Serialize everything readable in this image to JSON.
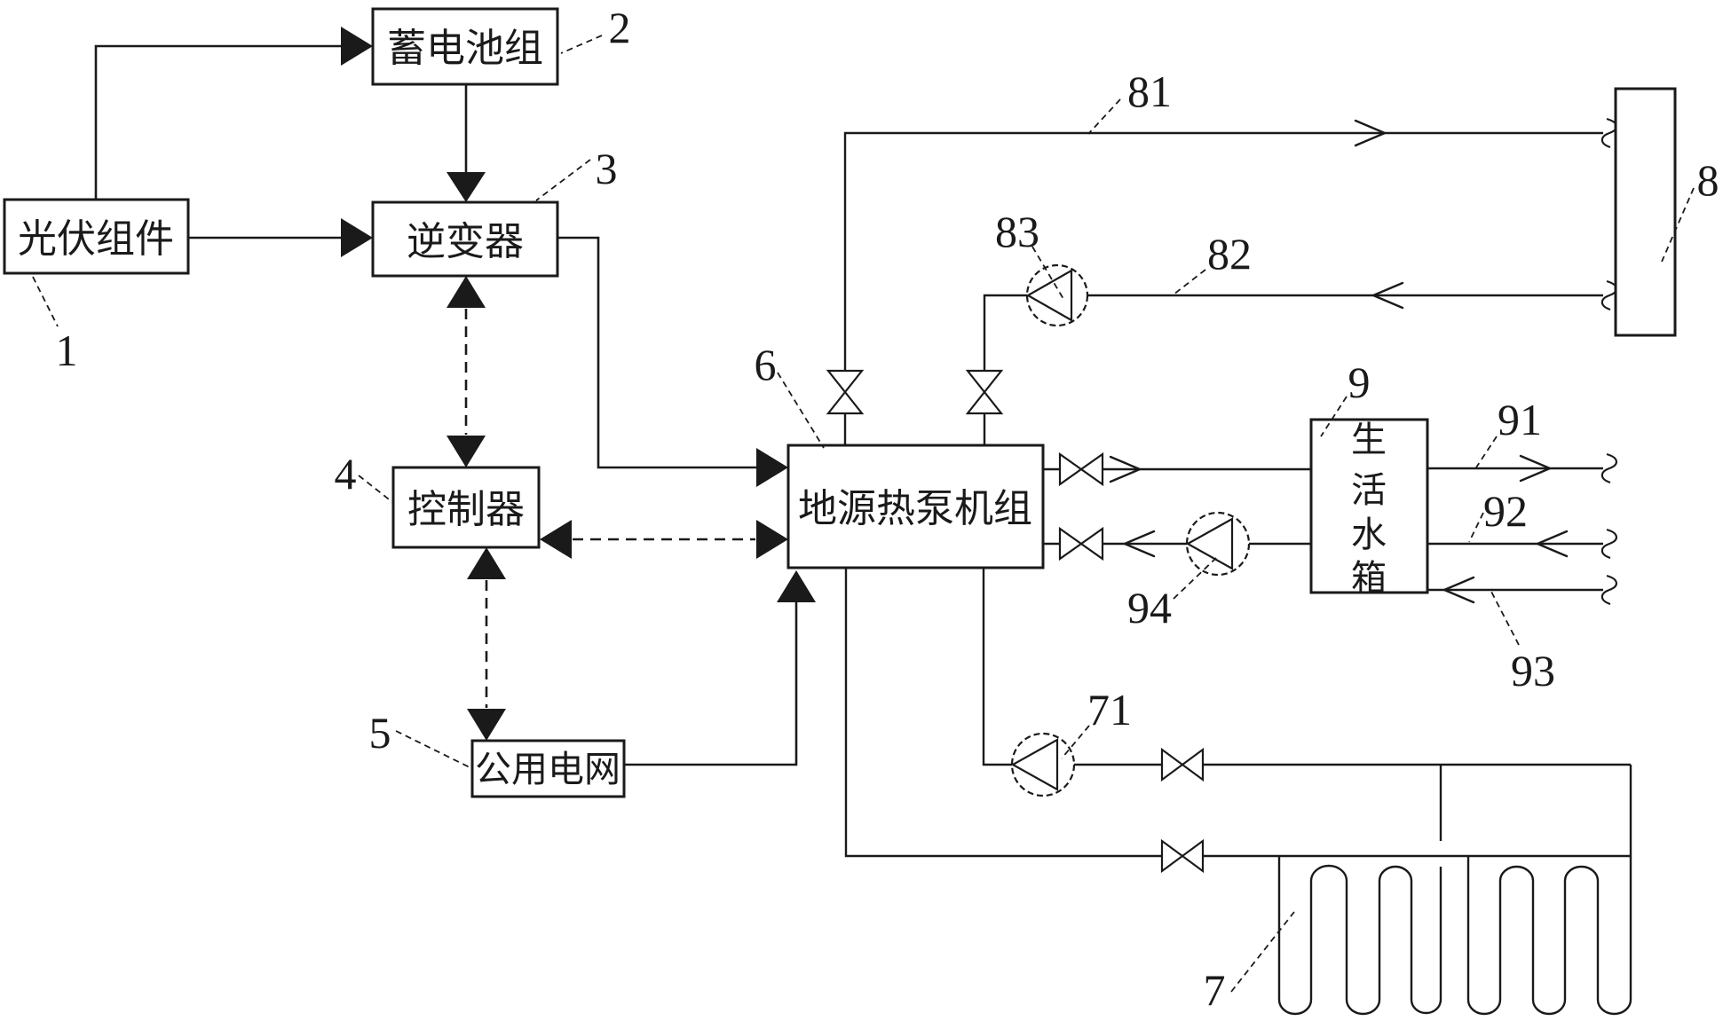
{
  "labels": {
    "pv": "光伏组件",
    "battery": "蓄电池组",
    "inverter": "逆变器",
    "controller": "控制器",
    "grid": "公用电网",
    "heat_pump": "地源热泵机组",
    "tank": "生活水箱"
  },
  "tank_chars": [
    "生",
    "活",
    "水",
    "箱"
  ],
  "refs": {
    "pv": "1",
    "battery": "2",
    "inverter": "3",
    "controller": "4",
    "grid": "5",
    "heat_pump": "6",
    "ground_loop": "7",
    "radiator": "8",
    "tank": "9",
    "ground_pump": "71",
    "heating_supply_line": "81",
    "heating_return_line": "82",
    "heating_pump": "83",
    "tank_outlet_line": "91",
    "tank_return_line": "92",
    "tank_makeup_line": "93",
    "tank_pump": "94"
  },
  "colors": {
    "ink": "#1a1a1a",
    "background": "#ffffff"
  }
}
